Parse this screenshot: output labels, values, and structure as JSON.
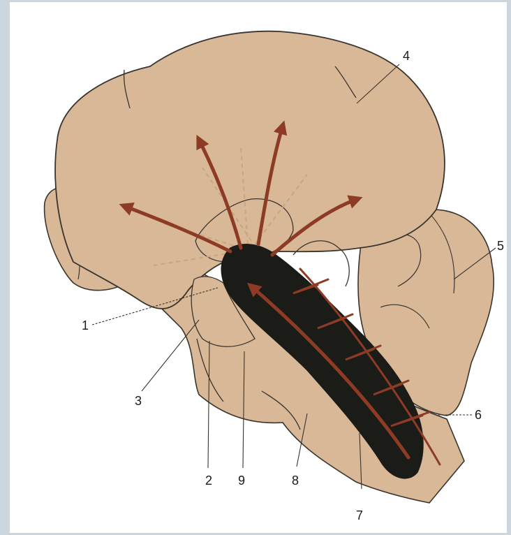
{
  "colors": {
    "background": "#ccd6de",
    "panel": "#ffffff",
    "tissue": "#d8b896",
    "outline": "#3a342e",
    "arrow": "#8e3b26",
    "core": "#1b1b17"
  },
  "labels": [
    "1",
    "2",
    "3",
    "4",
    "5",
    "6",
    "7",
    "8",
    "9"
  ]
}
